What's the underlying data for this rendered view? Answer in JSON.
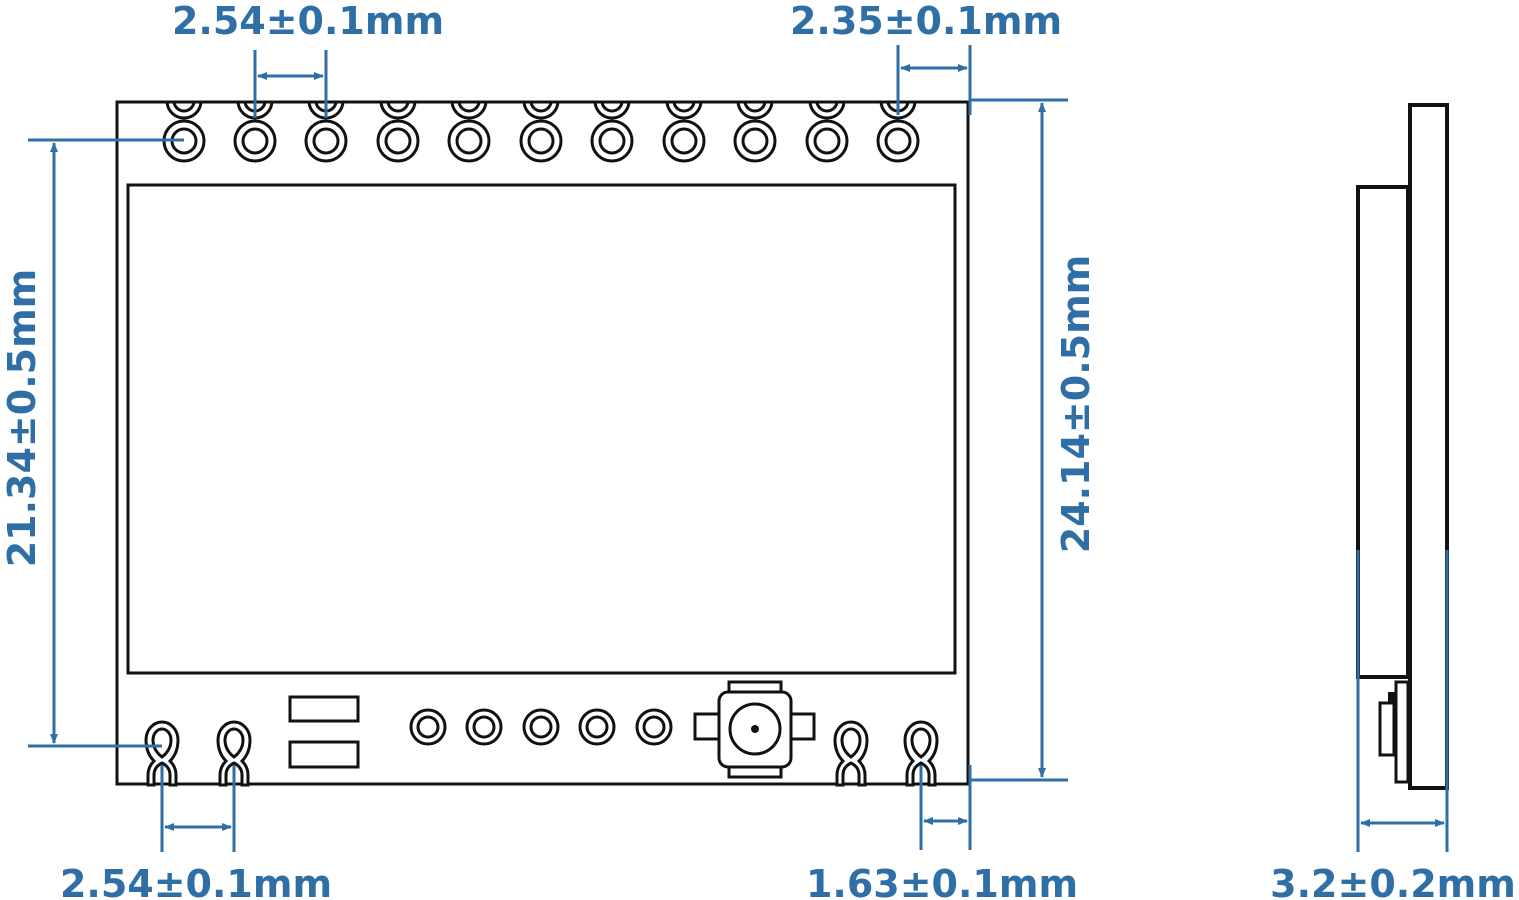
{
  "colors": {
    "dimension": "#2f6fa5",
    "outline": "#111111",
    "background": "#ffffff"
  },
  "dimensions": {
    "top_pin_pitch": "2.54±0.1mm",
    "top_edge_offset": "2.35±0.1mm",
    "left_height": "21.34±0.5mm",
    "right_height": "24.14±0.5mm",
    "bottom_pin_pitch": "2.54±0.1mm",
    "bottom_edge_offset": "1.63±0.1mm",
    "side_thickness": "3.2±0.2mm"
  },
  "front_view": {
    "top_pin_count": 11,
    "bottom_left_pin_count": 2,
    "bottom_right_pin_count": 2,
    "test_pad_count": 5,
    "smd_pad_count": 2,
    "antenna_connector": "ipex-connector"
  }
}
